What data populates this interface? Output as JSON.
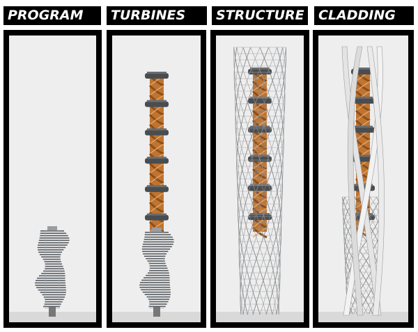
{
  "panels": [
    {
      "title": "PROGRAM"
    },
    {
      "title": "TURBINES"
    },
    {
      "title": "STRUCTURE"
    },
    {
      "title": "CLADDING"
    }
  ],
  "colors": {
    "frame": "#000000",
    "panel_bg": "#eeeeee",
    "turbine_core": "#c0742f",
    "turbine_dark": "#8a4f1e",
    "turbine_hub": "#4a4d50",
    "structure_lattice": "#7d7f82",
    "cladding": "#e4e4e4",
    "floor_plate": "#555a5f"
  },
  "icons": [
    "floor-plates-stack",
    "turbine-column",
    "lattice-structure",
    "cladding-fins"
  ]
}
